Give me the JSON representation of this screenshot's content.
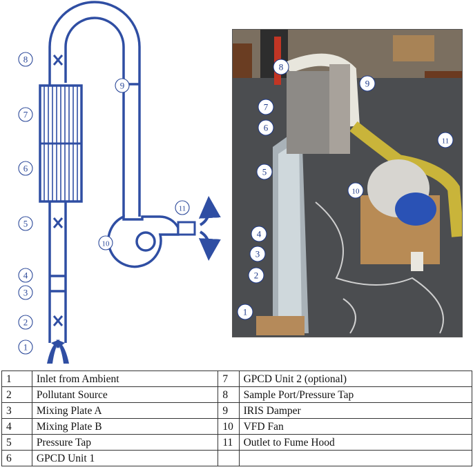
{
  "schematic": {
    "labels": [
      "1",
      "2",
      "3",
      "4",
      "5",
      "6",
      "7",
      "8",
      "9",
      "10",
      "11"
    ]
  },
  "photo": {
    "labels": [
      "8",
      "9",
      "7",
      "6",
      "11",
      "5",
      "10",
      "4",
      "3",
      "2",
      "1"
    ]
  },
  "legend": {
    "rows": [
      {
        "n1": "1",
        "d1": "Inlet from Ambient",
        "n2": "7",
        "d2": "GPCD Unit 2 (optional)"
      },
      {
        "n1": "2",
        "d1": "Pollutant Source",
        "n2": "8",
        "d2": "Sample Port/Pressure Tap"
      },
      {
        "n1": "3",
        "d1": "Mixing Plate A",
        "n2": "9",
        "d2": "IRIS Damper"
      },
      {
        "n1": "4",
        "d1": "Mixing Plate B",
        "n2": "10",
        "d2": "VFD Fan"
      },
      {
        "n1": "5",
        "d1": "Pressure Tap",
        "n2": "11",
        "d2": "Outlet to Fume Hood"
      },
      {
        "n1": "6",
        "d1": "GPCD Unit 1",
        "n2": "",
        "d2": ""
      }
    ]
  },
  "colors": {
    "duct_blue": "#2f4ea3",
    "label_blue": "#2d4a9a",
    "flex_yellow": "#c9b43a",
    "fan_blue": "#2a52b5",
    "floor": "#4b4d50"
  }
}
